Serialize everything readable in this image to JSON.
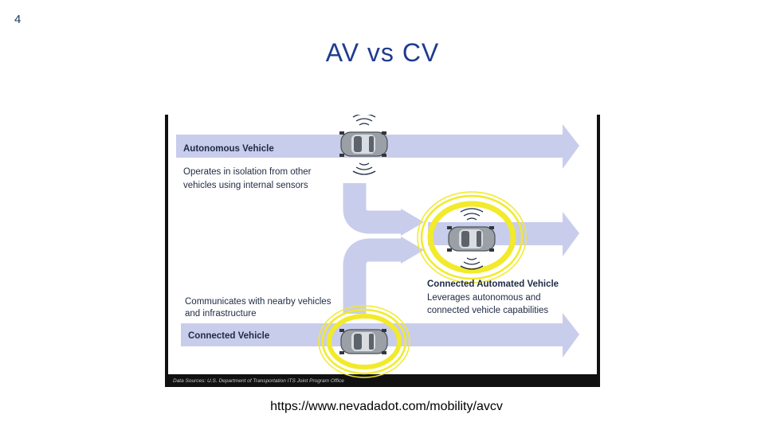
{
  "slide": {
    "number": "4",
    "title": "AV vs CV",
    "source_url": "https://www.nevadadot.com/mobility/avcv"
  },
  "diagram": {
    "av": {
      "title": "Autonomous Vehicle",
      "desc_line1": "Operates in isolation from other",
      "desc_line2": "vehicles using internal sensors"
    },
    "cav": {
      "title": "Connected Automated Vehicle",
      "desc_line1": "Leverages autonomous and",
      "desc_line2": "connected vehicle capabilities"
    },
    "cv": {
      "title": "Connected Vehicle",
      "desc_line1": "Communicates with nearby vehicles",
      "desc_line2": "and infrastructure"
    },
    "credit": "Data Sources: U.S. Department of Transportation ITS Joint Program Office",
    "colors": {
      "arrow": "#c9cdec",
      "signal_yellow": "#f2ea2a",
      "car_body": "#9aa0a6",
      "frame": "#111111",
      "title_blue": "#1f3b8f"
    }
  }
}
